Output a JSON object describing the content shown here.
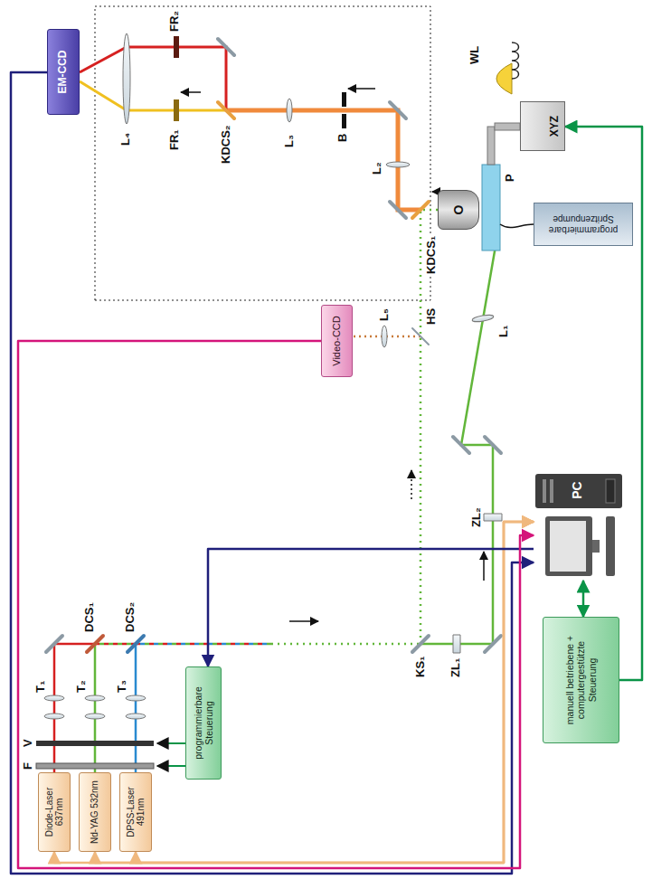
{
  "diagram": {
    "nodes": [
      {
        "text": [
          "EM-CCD"
        ]
      },
      {
        "text": [
          "Diode-Laser 637nm"
        ]
      },
      {
        "text": [
          "Nd-YAG 532nm"
        ]
      },
      {
        "text": [
          "DPSS-Laser 491nm"
        ]
      },
      {
        "text": [
          "programmierbare Steuerung"
        ]
      },
      {
        "text": [
          "Video-CCD"
        ]
      },
      {
        "text": [
          "O"
        ]
      },
      {
        "text": [
          "XYZ"
        ]
      },
      {
        "text": [
          "programmierbare Spritzenpumpe"
        ]
      },
      {
        "text": [
          "PC"
        ]
      },
      {
        "text": [
          "manuell betriebene + computergestützte Steuerung"
        ]
      }
    ],
    "edges": [
      {
        "from": 1,
        "to": 9,
        "arrow": "both"
      },
      {
        "from": 2,
        "to": 9,
        "arrow": "both"
      },
      {
        "from": 3,
        "to": 9,
        "arrow": "both"
      },
      {
        "from": 0,
        "to": 9,
        "arrow": "to"
      },
      {
        "from": 9,
        "to": 4,
        "arrow": "to"
      },
      {
        "from": 5,
        "to": 9,
        "arrow": "to"
      },
      {
        "from": 10,
        "to": 9,
        "arrow": "both"
      },
      {
        "from": 10,
        "to": 7,
        "arrow": "to"
      }
    ],
    "labels": [
      "FR₂",
      "L₄",
      "KDCS₂",
      "FR₁",
      "L₃",
      "B",
      "L₂",
      "KDCS₁",
      "P",
      "WL",
      "L₅",
      "HS",
      "L₁",
      "ZL₂",
      "ZL₁",
      "KS₁",
      "DCS₁",
      "DCS₂",
      "T₁",
      "T₂",
      "T₃",
      "V",
      "F"
    ]
  }
}
